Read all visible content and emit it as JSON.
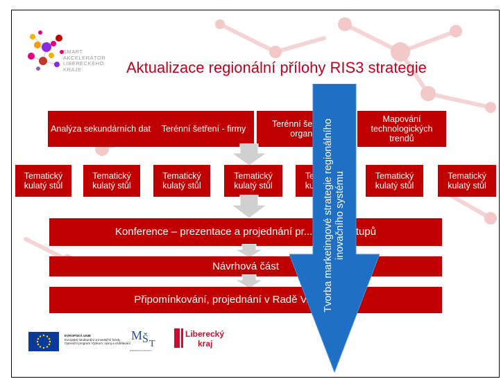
{
  "logo": {
    "lines": [
      "SMART",
      "AKCELERÁTOR",
      "LIBERECKÉHO",
      "KRAJE"
    ]
  },
  "title": "Aktualizace regionální přílohy RIS3 strategie",
  "top_row": [
    "Analýza sekundárních dat",
    "Terénní šetření - firmy",
    "Terénní še... VaV organ...",
    "Mapování technologických trendů"
  ],
  "round_tables": [
    "Tematický kulatý stůl",
    "Tematický kulatý stůl",
    "Tematický kulatý stůl",
    "Tematický kulatý stůl",
    "Tematický kulatý stůl",
    "Tematický kulatý stůl",
    "Tematický kulatý stůl"
  ],
  "conference": "Konference – prezentace a projednání pr... nosti výstupů",
  "proposal": "Návrhová část",
  "comments": "Připomínkování, projednání v Radě V... RK a ZK",
  "vertical_arrow_text": "Tvorba marketingové strategie regionálního inovačního systému",
  "footer": {
    "eu_text": [
      "EVROPSKÁ UNIE",
      "Evropské strukturální a investiční fondy",
      "Operační program Výzkum, vývoj a vzdělávání"
    ],
    "msmt_text": "MINISTERSTVO ŠKOLSTVÍ, MLÁDEŽE A TĚLOVÝCHOVY",
    "kraj_text": [
      "Liberecký",
      "kraj"
    ]
  },
  "colors": {
    "box_red": "#c00000",
    "title_red": "#c0001c",
    "arrow_blue": "#1f6fc4",
    "chevron_gray": "#d0d0d0",
    "eu_blue": "#0a3a9a"
  }
}
